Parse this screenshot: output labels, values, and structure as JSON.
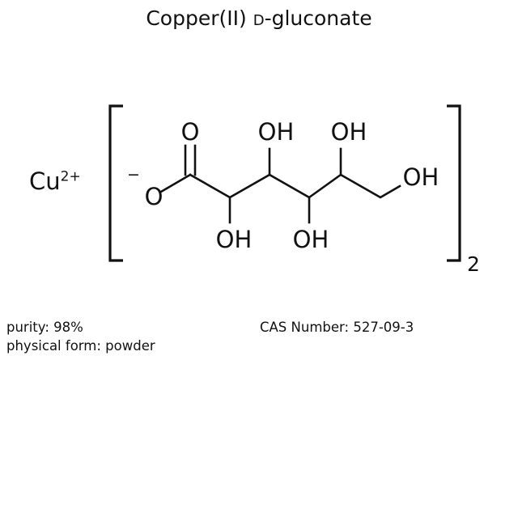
{
  "title": {
    "prefix": "Copper(II) ",
    "stereo_descriptor": "D",
    "suffix": "-gluconate",
    "full": "Copper(II) D-gluconate"
  },
  "cation": {
    "symbol": "Cu",
    "charge": "2+"
  },
  "bracket": {
    "multiplier": "2"
  },
  "structure": {
    "name": "D-gluconate anion skeletal formula",
    "anion_charge": "−",
    "labels": {
      "carbonyl_oxygen": "O",
      "carboxylate_oxygen": "O",
      "hydroxyl_c2": "OH",
      "hydroxyl_c3": "OH",
      "hydroxyl_c4": "OH",
      "hydroxyl_c5": "OH",
      "hydroxyl_c6": "OH"
    }
  },
  "footer": {
    "purity_label": "purity: 98%",
    "physical_form_label": "physical form: powder",
    "cas_label": "CAS Number: 527-09-3"
  },
  "colors": {
    "background": "#ffffff",
    "ink": "#111111"
  }
}
